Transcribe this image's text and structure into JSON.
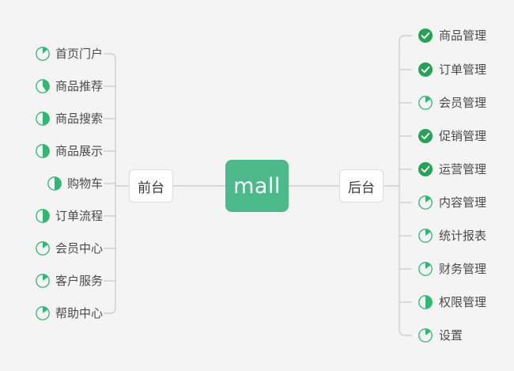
{
  "diagram": {
    "type": "mind-map",
    "background_color": "#f4f4f4",
    "accent_color": "#4cb98a",
    "done_color": "#22a454",
    "pie_color": "#2eb872",
    "connector_color": "#c8c8c8",
    "root": {
      "label": "mall"
    },
    "branches": [
      {
        "label": "前台",
        "side": "left"
      },
      {
        "label": "后台",
        "side": "right"
      }
    ],
    "frontend_items": [
      {
        "label": "首页门户",
        "icon": "pie-icon",
        "progress": 13
      },
      {
        "label": "商品推荐",
        "icon": "pie-icon",
        "progress": 40
      },
      {
        "label": "商品搜索",
        "icon": "pie-icon",
        "progress": 50
      },
      {
        "label": "商品展示",
        "icon": "pie-icon",
        "progress": 50
      },
      {
        "label": "购物车",
        "icon": "pie-icon",
        "progress": 50
      },
      {
        "label": "订单流程",
        "icon": "pie-icon",
        "progress": 50
      },
      {
        "label": "会员中心",
        "icon": "pie-icon",
        "progress": 15
      },
      {
        "label": "客户服务",
        "icon": "pie-icon",
        "progress": 15
      },
      {
        "label": "帮助中心",
        "icon": "pie-icon",
        "progress": 15
      }
    ],
    "backend_items": [
      {
        "label": "商品管理",
        "icon": "check-circle-icon",
        "progress": 100
      },
      {
        "label": "订单管理",
        "icon": "check-circle-icon",
        "progress": 100
      },
      {
        "label": "会员管理",
        "icon": "pie-icon",
        "progress": 15
      },
      {
        "label": "促销管理",
        "icon": "check-circle-icon",
        "progress": 100
      },
      {
        "label": "运营管理",
        "icon": "check-circle-icon",
        "progress": 100
      },
      {
        "label": "内容管理",
        "icon": "pie-icon",
        "progress": 15
      },
      {
        "label": "统计报表",
        "icon": "pie-icon",
        "progress": 15
      },
      {
        "label": "财务管理",
        "icon": "pie-icon",
        "progress": 15
      },
      {
        "label": "权限管理",
        "icon": "pie-icon",
        "progress": 50
      },
      {
        "label": "设置",
        "icon": "pie-icon",
        "progress": 15
      }
    ]
  }
}
